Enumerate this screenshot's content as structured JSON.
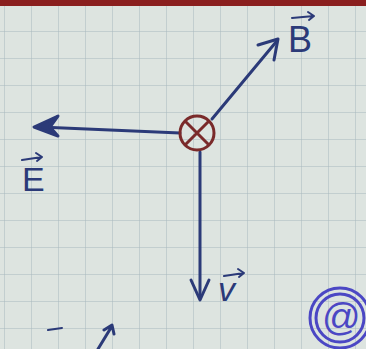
{
  "diagram": {
    "labels": [
      "B",
      "E",
      "v",
      "@"
    ]
  }
}
